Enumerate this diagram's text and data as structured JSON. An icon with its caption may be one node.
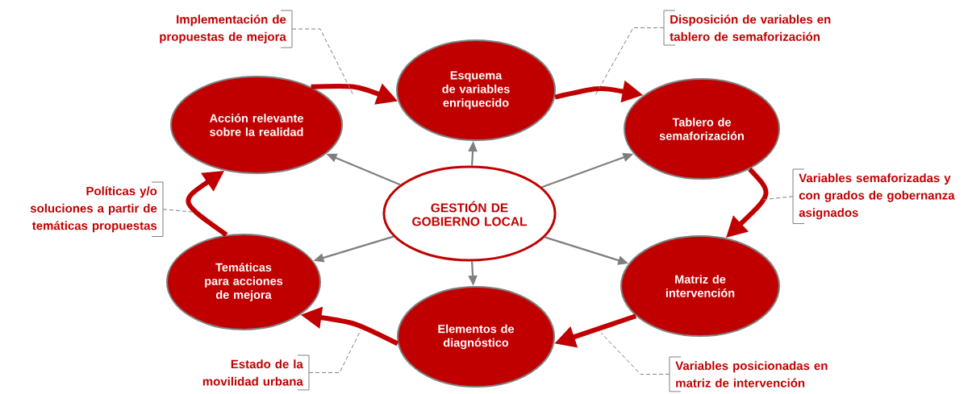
{
  "diagram": {
    "nodes": [
      {
        "text": [
          "GESTIÓN DE GOBIERNO LOCAL"
        ]
      },
      {
        "text": [
          "Esquema de variables enriquecido"
        ]
      },
      {
        "text": [
          "Tablero de semaforización"
        ]
      },
      {
        "text": [
          "Matriz de intervención"
        ]
      },
      {
        "text": [
          "Elementos de diagnóstico"
        ]
      },
      {
        "text": [
          "Temáticas para acciones de mejora"
        ]
      },
      {
        "text": [
          "Acción relevante sobre la realidad"
        ]
      },
      {
        "text": [
          "Implementación de propuestas de mejora"
        ]
      },
      {
        "text": [
          "Disposición de variables en tablero de semaforización"
        ]
      },
      {
        "text": [
          "Variables semaforizadas y con grados de gobernanza asignados"
        ]
      },
      {
        "text": [
          "Variables posicionadas en matriz de intervención"
        ]
      },
      {
        "text": [
          "Estado de la movilidad urbana"
        ]
      },
      {
        "text": [
          "Políticas y/o soluciones a partir de temáticas propuestas"
        ]
      }
    ],
    "edges": [
      {
        "from": 0,
        "to": 1,
        "arrow": "to"
      },
      {
        "from": 0,
        "to": 2,
        "arrow": "to"
      },
      {
        "from": 0,
        "to": 3,
        "arrow": "to"
      },
      {
        "from": 0,
        "to": 4,
        "arrow": "to"
      },
      {
        "from": 0,
        "to": 5,
        "arrow": "to"
      },
      {
        "from": 0,
        "to": 6,
        "arrow": "to"
      },
      {
        "from": 6,
        "to": 1,
        "arrow": "to",
        "style": "thick",
        "color": "#c00000"
      },
      {
        "from": 1,
        "to": 2,
        "arrow": "to",
        "style": "thick",
        "color": "#c00000"
      },
      {
        "from": 2,
        "to": 3,
        "arrow": "to",
        "style": "thick",
        "color": "#c00000"
      },
      {
        "from": 3,
        "to": 4,
        "arrow": "to",
        "style": "thick",
        "color": "#c00000"
      },
      {
        "from": 4,
        "to": 5,
        "arrow": "to",
        "style": "thick",
        "color": "#c00000"
      },
      {
        "from": 5,
        "to": 6,
        "arrow": "to",
        "style": "thick",
        "color": "#c00000"
      },
      {
        "from": 7,
        "to": null,
        "arrow": "none",
        "style": "dashed"
      },
      {
        "from": 8,
        "to": null,
        "arrow": "none",
        "style": "dashed"
      },
      {
        "from": 9,
        "to": null,
        "arrow": "none",
        "style": "dashed"
      },
      {
        "from": 10,
        "to": null,
        "arrow": "none",
        "style": "dashed"
      },
      {
        "from": 11,
        "to": null,
        "arrow": "none",
        "style": "dashed"
      },
      {
        "from": 12,
        "to": null,
        "arrow": "none",
        "style": "dashed"
      }
    ]
  }
}
